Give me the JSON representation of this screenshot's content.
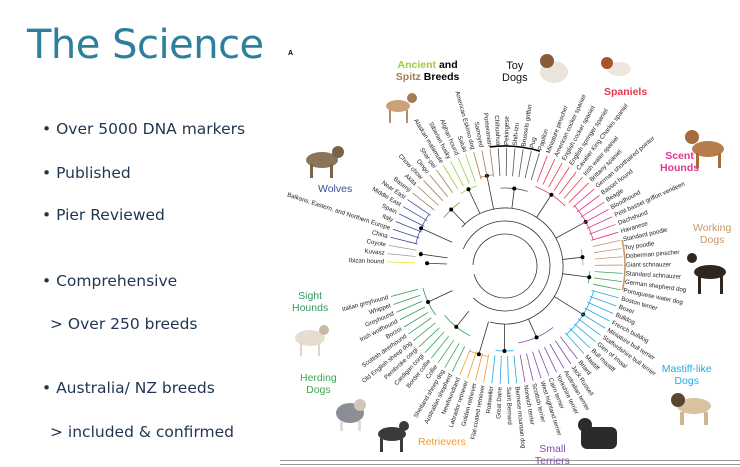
{
  "slide": {
    "title": "The Science",
    "bullets": [
      "• Over 5000 DNA markers",
      "• Published",
      "• Pier Reviewed",
      "• Comprehensive",
      "> Over 250 breeds",
      "• Australia/ NZ breeds",
      "> included & confirmed"
    ]
  },
  "figure": {
    "panel_letter": "A",
    "groups": {
      "ancient_a": "Ancient",
      "ancient_and": " and",
      "spitz": "Spitz",
      "breeds": " Breeds",
      "toy": "Toy",
      "toy2": "Dogs",
      "spaniels": "Spaniels",
      "scent": "Scent",
      "scent2": "Hounds",
      "working": "Working",
      "working2": "Dogs",
      "mastiff": "Mastiff-like",
      "mastiff2": "Dogs",
      "small": "Small",
      "small2": "Terriers",
      "retrievers": "Retrievers",
      "herding": "Herding",
      "herding2": "Dogs",
      "sight": "Sight",
      "sight2": "Hounds",
      "wolves": "Wolves"
    },
    "colors": {
      "wolves": "#3b4aa0",
      "ancient": "#9ccc3c",
      "spitz": "#a47b5a",
      "toy": "#555555",
      "spaniels": "#e8394a",
      "scent": "#e0368c",
      "working": "#c49a6c",
      "mastiff": "#25a8e0",
      "terriers": "#7b4fa8",
      "retrievers": "#f59a2e",
      "herding": "#3aa856",
      "sight": "#2e9a5a",
      "outgroup": "#999999",
      "ibizan": "#e8e020"
    },
    "breeds": [
      "Ibizan hound",
      "Kuvasz",
      "Coyote",
      "China",
      "Balkans, Eastern, and Northern Europe",
      "Italy",
      "Spain",
      "Middle East",
      "Near East",
      "Basenji",
      "Akita",
      "Chow chow",
      "Dingo",
      "Shar-pei",
      "Alaskan malamute",
      "Siberian husky",
      "Afghan hound",
      "Saluki",
      "American Eskimo dog",
      "Samoyed",
      "Pomeranian",
      "Chihuahua",
      "Pekingese",
      "Shih-tzu",
      "Brussels griffon",
      "Pug",
      "Papillon",
      "Miniature pinscher",
      "American cocker spaniel",
      "English cocker spaniel",
      "English springer spaniel",
      "Cavalier King Charles spaniel",
      "Irish water spaniel",
      "Brittany spaniel",
      "German shorthaired pointer",
      "Basset hound",
      "Beagle",
      "Bloodhound",
      "Petit basset griffon vendeen",
      "Dachshund",
      "Havanese",
      "Standard poodle",
      "Toy poodle",
      "Doberman pinscher",
      "Giant schnauzer",
      "Standard schnauzer",
      "German shepherd dog",
      "Portuguese water dog",
      "Boston terrier",
      "Boxer",
      "Bulldog",
      "French bulldog",
      "Miniature bull terrier",
      "Staffordshire bull terrier",
      "Glen of Imaal",
      "Bull mastiff",
      "Mastiff",
      "Briard",
      "Jack Russell",
      "Australian terrier",
      "Yorkshire terrier",
      "Cairn terrier",
      "West highland terrier",
      "Scottish terrier",
      "Norwich terrier",
      "Bernese mountain dog",
      "Saint Bernard",
      "Great Dane",
      "Rottweiler",
      "Flat-coated retriever",
      "Golden retriever",
      "Labrador retriever",
      "Newfoundland",
      "Australian shepherd",
      "Shetland sheep dog",
      "Collie",
      "Border collie",
      "Cardigan corgi",
      "Pembroke corgi",
      "Old English sheep dog",
      "Scottish deerhound",
      "Borzoi",
      "Irish wolfhound",
      "Greyhound",
      "Whippet",
      "Italian greyhound"
    ],
    "clades": [
      {
        "from": 0,
        "to": 0,
        "color": "ibizan"
      },
      {
        "from": 1,
        "to": 2,
        "color": "outgroup"
      },
      {
        "from": 3,
        "to": 8,
        "color": "wolves"
      },
      {
        "from": 9,
        "to": 13,
        "color": "spitz"
      },
      {
        "from": 14,
        "to": 17,
        "color": "ancient"
      },
      {
        "from": 18,
        "to": 20,
        "color": "spitz"
      },
      {
        "from": 21,
        "to": 26,
        "color": "toy"
      },
      {
        "from": 27,
        "to": 33,
        "color": "spaniels"
      },
      {
        "from": 34,
        "to": 40,
        "color": "scent"
      },
      {
        "from": 41,
        "to": 44,
        "color": "working"
      },
      {
        "from": 45,
        "to": 47,
        "color": "herding"
      },
      {
        "from": 48,
        "to": 56,
        "color": "mastiff"
      },
      {
        "from": 57,
        "to": 64,
        "color": "terriers"
      },
      {
        "from": 65,
        "to": 68,
        "color": "mastiff"
      },
      {
        "from": 69,
        "to": 72,
        "color": "retrievers"
      },
      {
        "from": 73,
        "to": 79,
        "color": "herding"
      },
      {
        "from": 80,
        "to": 85,
        "color": "sight"
      }
    ]
  }
}
